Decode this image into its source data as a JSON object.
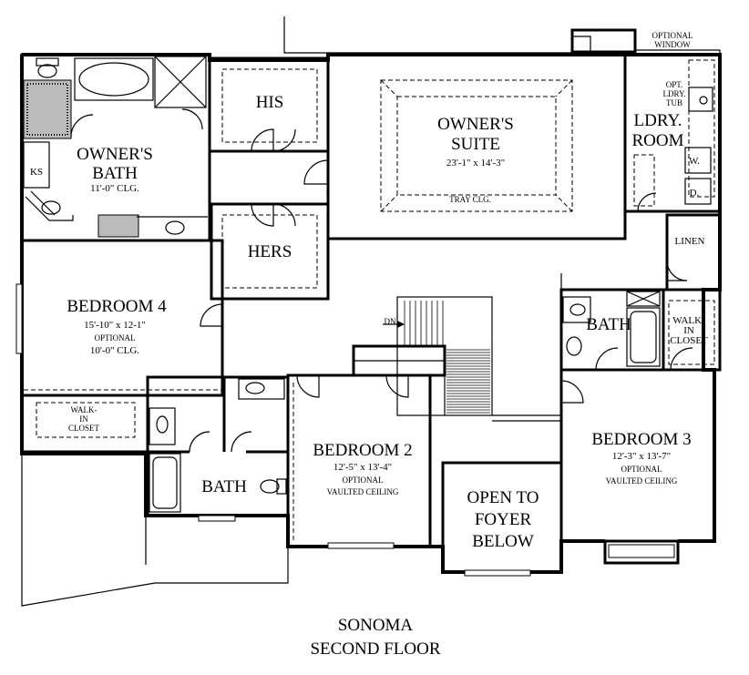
{
  "plan": {
    "title": "SONOMA",
    "subtitle": "SECOND FLOOR"
  },
  "rooms": {
    "owners_bath": {
      "name_1": "OWNER'S",
      "name_2": "BATH",
      "note": "11'-0\" CLG."
    },
    "ks": {
      "name": "KS"
    },
    "his": {
      "name": "HIS"
    },
    "hers": {
      "name": "HERS"
    },
    "owners_suite": {
      "name_1": "OWNER'S",
      "name_2": "SUITE",
      "dims": "23'-1\" x 14'-3\"",
      "note": "TRAY CLG."
    },
    "optional_window": {
      "line_1": "OPTIONAL",
      "line_2": "WINDOW"
    },
    "laundry": {
      "name_1": "LDRY.",
      "name_2": "ROOM",
      "tub_1": "OPT.",
      "tub_2": "LDRY.",
      "tub_3": "TUB",
      "washer": "W.",
      "dryer": "D."
    },
    "linen": {
      "name": "LINEN"
    },
    "bedroom4": {
      "name": "BEDROOM 4",
      "dims": "15'-10\" x 12-1\"",
      "note_1": "OPTIONAL",
      "note_2": "10'-0\" CLG."
    },
    "walkin_closet_left": {
      "line_1": "WALK-",
      "line_2": "IN",
      "line_3": "CLOSET"
    },
    "bath_left": {
      "name": "BATH"
    },
    "bedroom2": {
      "name": "BEDROOM 2",
      "dims": "12'-5\" x 13'-4\"",
      "note_1": "OPTIONAL",
      "note_2": "VAULTED CEILING"
    },
    "stairs": {
      "label": "DN"
    },
    "open_foyer": {
      "line_1": "OPEN TO",
      "line_2": "FOYER",
      "line_3": "BELOW"
    },
    "bath_right": {
      "name": "BATH"
    },
    "walkin_closet_right": {
      "line_1": "WALK-",
      "line_2": "IN",
      "line_3": "CLOSET"
    },
    "bedroom3": {
      "name": "BEDROOM 3",
      "dims": "12'-3\" x 13'-7\"",
      "note_1": "OPTIONAL",
      "note_2": "VAULTED CEILING"
    }
  }
}
